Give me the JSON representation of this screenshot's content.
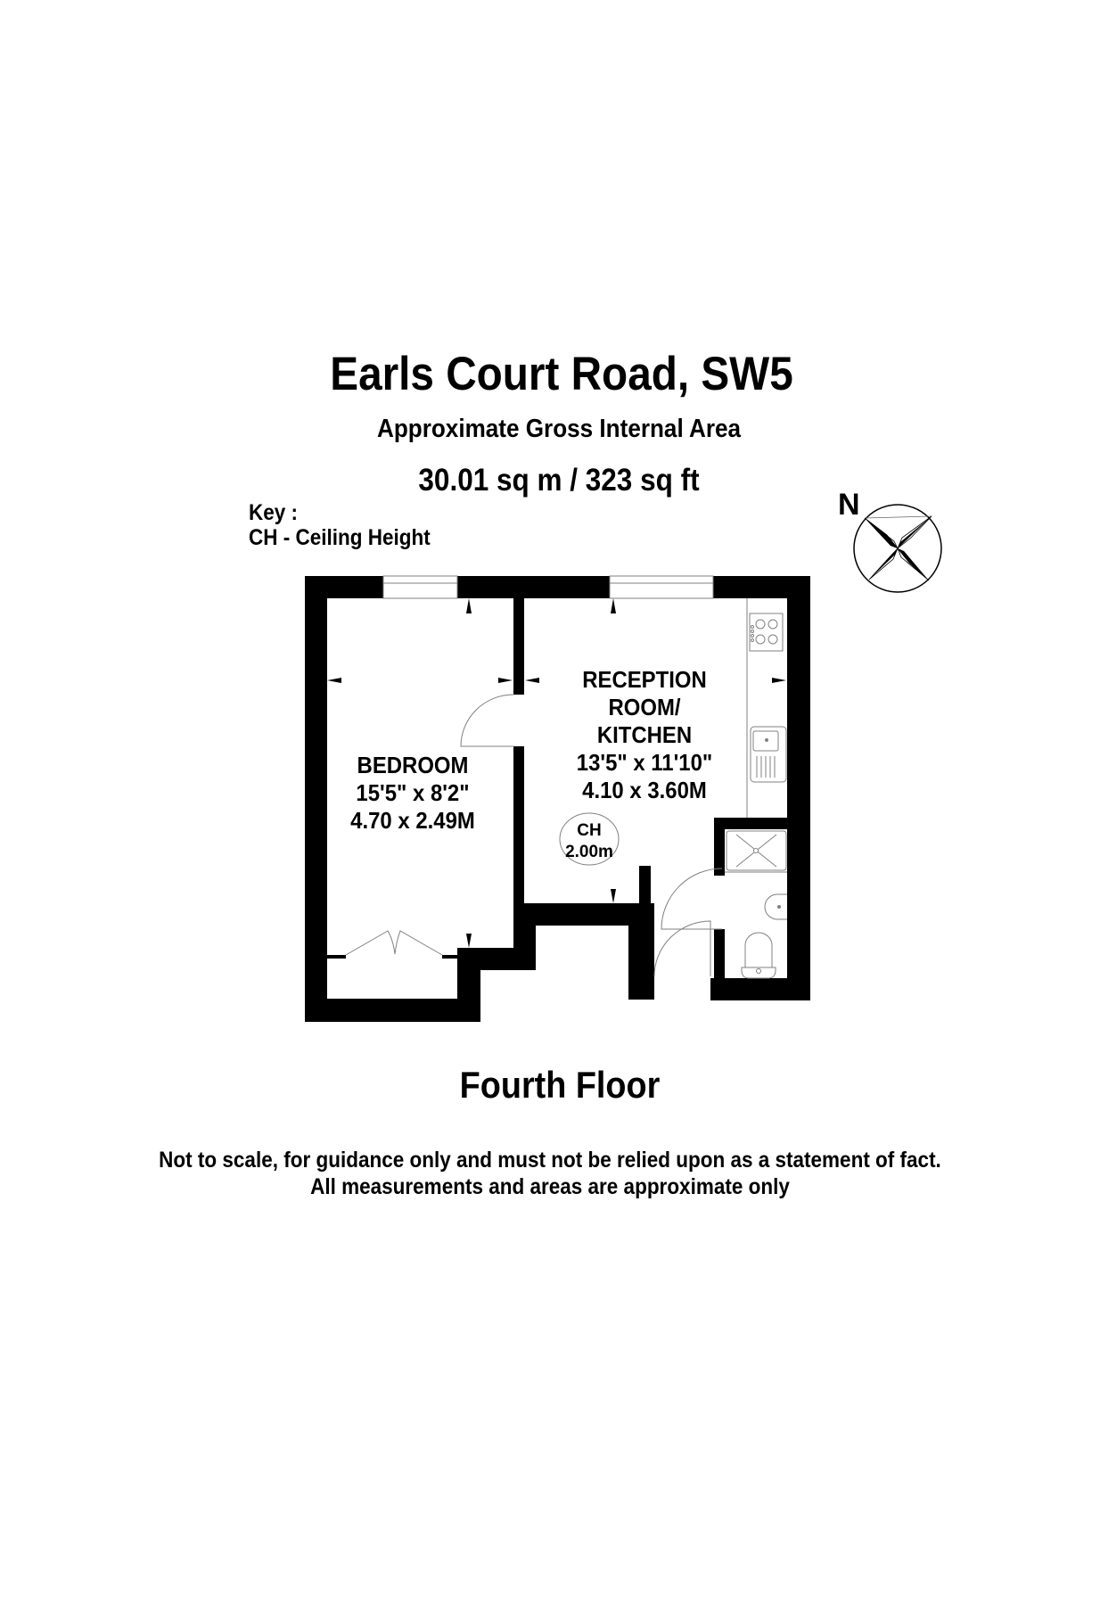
{
  "header": {
    "title": "Earls Court Road, SW5",
    "subtitle": "Approximate Gross Internal Area",
    "area": "30.01 sq m /  323 sq ft"
  },
  "key": {
    "label": "Key :",
    "items": [
      "CH - Ceiling Height"
    ]
  },
  "compass": {
    "north_label": "N",
    "icon": "compass-rose-icon"
  },
  "rooms": [
    {
      "name": "BEDROOM",
      "dimensions_imperial": "15'5\" x 8'2\"",
      "dimensions_metric": "4.70 x 2.49M"
    },
    {
      "name_line1": "RECEPTION",
      "name_line2": "ROOM/",
      "name_line3": "KITCHEN",
      "dimensions_imperial": "13'5\" x 11'10\"",
      "dimensions_metric": "4.10 x 3.60M"
    }
  ],
  "ceiling_height": {
    "label": "CH",
    "value": "2.00m"
  },
  "floor_label": "Fourth Floor",
  "disclaimer": {
    "line1": "Not to scale, for guidance only and must not be relied upon as a statement of fact.",
    "line2": "All measurements and areas are approximate only"
  },
  "colors": {
    "wall": "#000000",
    "line": "#808080",
    "background": "#ffffff"
  }
}
